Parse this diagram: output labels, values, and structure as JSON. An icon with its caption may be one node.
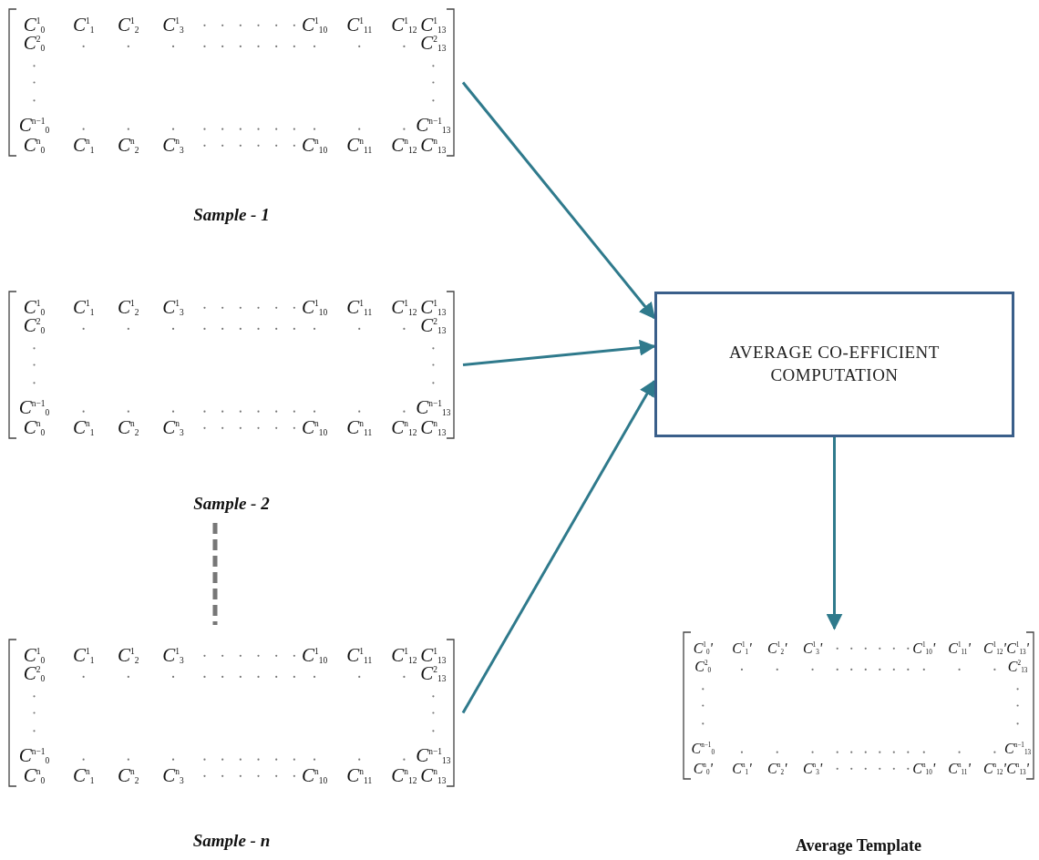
{
  "diagram": {
    "nodes": [
      {
        "text": [
          "C$^{1}$$_{0}$",
          "C$^{1}$$_{1}$",
          "C$^{1}$$_{2}$",
          "C$^{1}$$_{3}$",
          "C$^{1}$$_{10}$",
          "C$^{1}$$_{11}$",
          "C$^{1}$$_{12}$",
          "C$^{1}$$_{13}$",
          "C$^{2}$$_{0}$",
          "C$^{2}$$_{13}$",
          "C$^{n−1}$$_{0}$",
          "C$^{n−1}$$_{13}$",
          "C$^{n}$$_{0}$",
          "C$^{n}$$_{1}$",
          "C$^{n}$$_{2}$",
          "C$^{n}$$_{3}$",
          "C$^{n}$$_{10}$",
          "C$^{n}$$_{11}$",
          "C$^{n}$$_{12}$",
          "C$^{n}$$_{13}$"
        ],
        "beside": [
          "Sample - 1"
        ]
      },
      {
        "text": [
          "C$^{1}$$_{0}$",
          "C$^{1}$$_{1}$",
          "C$^{1}$$_{2}$",
          "C$^{1}$$_{3}$",
          "C$^{1}$$_{10}$",
          "C$^{1}$$_{11}$",
          "C$^{1}$$_{12}$",
          "C$^{1}$$_{13}$",
          "C$^{2}$$_{0}$",
          "C$^{2}$$_{13}$",
          "C$^{n−1}$$_{0}$",
          "C$^{n−1}$$_{13}$",
          "C$^{n}$$_{0}$",
          "C$^{n}$$_{1}$",
          "C$^{n}$$_{2}$",
          "C$^{n}$$_{3}$",
          "C$^{n}$$_{10}$",
          "C$^{n}$$_{11}$",
          "C$^{n}$$_{12}$",
          "C$^{n}$$_{13}$"
        ],
        "beside": [
          "Sample - 2"
        ]
      },
      {
        "text": [
          "AVERAGE CO-EFFICIENT COMPUTATION"
        ]
      },
      {
        "text": [
          "C$^{1}$$_{0}$",
          "C$^{1}$$_{1}$",
          "C$^{1}$$_{2}$",
          "C$^{1}$$_{3}$",
          "C$^{1}$$_{10}$",
          "C$^{1}$$_{11}$",
          "C$^{1}$$_{12}$",
          "C$^{1}$$_{13}$",
          "C$^{2}$$_{0}$",
          "C$^{2}$$_{13}$",
          "C$^{n−1}$$_{0}$",
          "C$^{n−1}$$_{13}$",
          "C$^{n}$$_{0}$",
          "C$^{n}$$_{1}$",
          "C$^{n}$$_{2}$",
          "C$^{n}$$_{3}$",
          "C$^{n}$$_{10}$",
          "C$^{n}$$_{11}$",
          "C$^{n}$$_{12}$",
          "C$^{n}$$_{13}$"
        ],
        "beside": [
          "Sample - n"
        ]
      },
      {
        "text": [
          "C$^{1}$$_{0}$'",
          "C$^{1}$$_{1}$'",
          "C$^{1}$$_{2}$'",
          "C$^{1}$$_{3}$'",
          "C$^{1}$$_{10}$'",
          "C$^{1}$$_{11}$'",
          "C$^{1}$$_{12}$'",
          "C$^{1}$$_{13}$'",
          "C$^{2}$$_{0}$",
          "C$^{2}$$_{13}$",
          "C$^{n−1}$$_{0}$",
          "C$^{n−1}$$_{13}$",
          "C$^{n}$$_{0}$'",
          "C$^{n}$$_{1}$'",
          "C$^{n}$$_{2}$'",
          "C$^{n}$$_{3}$'",
          "C$^{n}$$_{10}$'",
          "C$^{n}$$_{11}$'",
          "C$^{n}$$_{12}$'",
          "C$^{n}$$_{13}$'"
        ],
        "beside": [
          "Average Template"
        ]
      }
    ],
    "edges": [
      {
        "from": 0,
        "to": 2,
        "arrow": "to"
      },
      {
        "from": 1,
        "to": 2,
        "arrow": "to"
      },
      {
        "from": 3,
        "to": 2,
        "arrow": "to"
      },
      {
        "from": 2,
        "to": 4,
        "arrow": "to"
      }
    ]
  }
}
